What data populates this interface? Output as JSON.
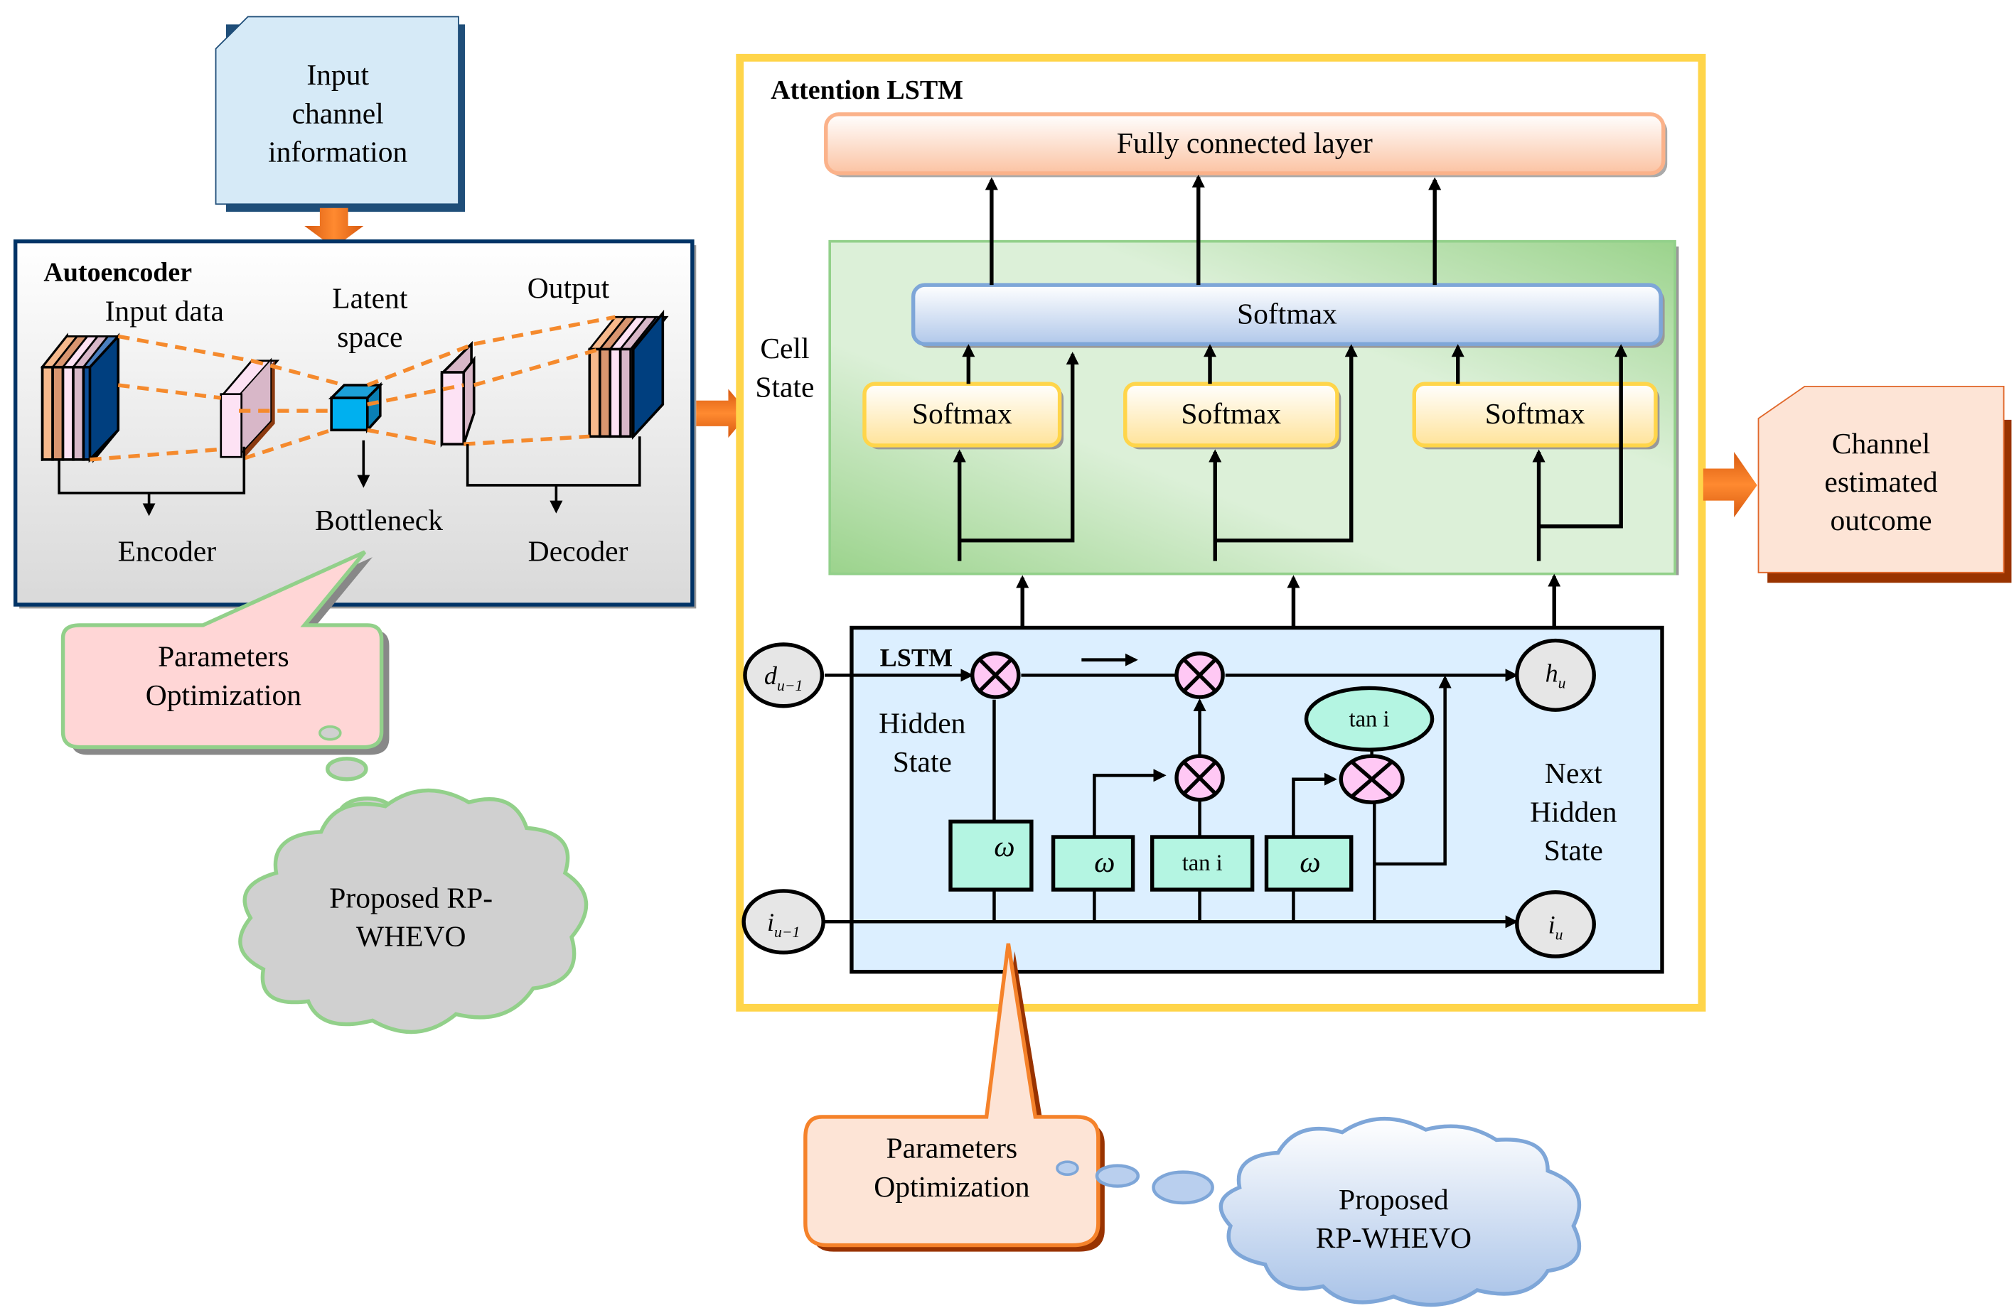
{
  "input_box": {
    "text": "Input\nchannel\ninformation"
  },
  "autoencoder": {
    "title": "Autoencoder",
    "input_data": "Input data",
    "latent_space": "Latent\nspace",
    "output": "Output",
    "encoder": "Encoder",
    "bottleneck": "Bottleneck",
    "decoder": "Decoder"
  },
  "callout_left": {
    "text": "Parameters\nOptimization"
  },
  "cloud_left": {
    "text": "Proposed RP-\nWHEVO"
  },
  "attention": {
    "title": "Attention LSTM",
    "fc_layer": "Fully connected layer",
    "cell_state": "Cell\nState",
    "softmax_top": "Softmax",
    "softmax_items": [
      "Softmax",
      "Softmax",
      "Softmax"
    ]
  },
  "lstm": {
    "title": "LSTM",
    "hidden_state": "Hidden\nState",
    "next_hidden_state": "Next\nHidden\nState",
    "d_prev": "d",
    "d_prev_sub": "u−1",
    "i_prev": "i",
    "i_prev_sub": "u−1",
    "h_out": "h",
    "h_out_sub": "u",
    "i_out": "i",
    "i_out_sub": "u",
    "gate_omega": "ω",
    "gate_tanh": "tan  i",
    "tanh_circle": "tan  i"
  },
  "output_box": {
    "text": "Channel\nestimated\noutcome"
  },
  "callout_bottom": {
    "text": "Parameters\nOptimization"
  },
  "cloud_bottom": {
    "text": "Proposed\nRP-WHEVO"
  },
  "colors": {
    "orange_arrow": "#f07020",
    "yellow_frame": "#ffd54a",
    "navy": "#003366",
    "green_panel": "#9fd48d",
    "softmax_blue": "#7ea6d8",
    "softmax_yellow": "#ffd54a",
    "mult_pink": "#ffc8f4",
    "gate_mint": "#b4f5e2",
    "lstm_bg": "#dcefff"
  }
}
